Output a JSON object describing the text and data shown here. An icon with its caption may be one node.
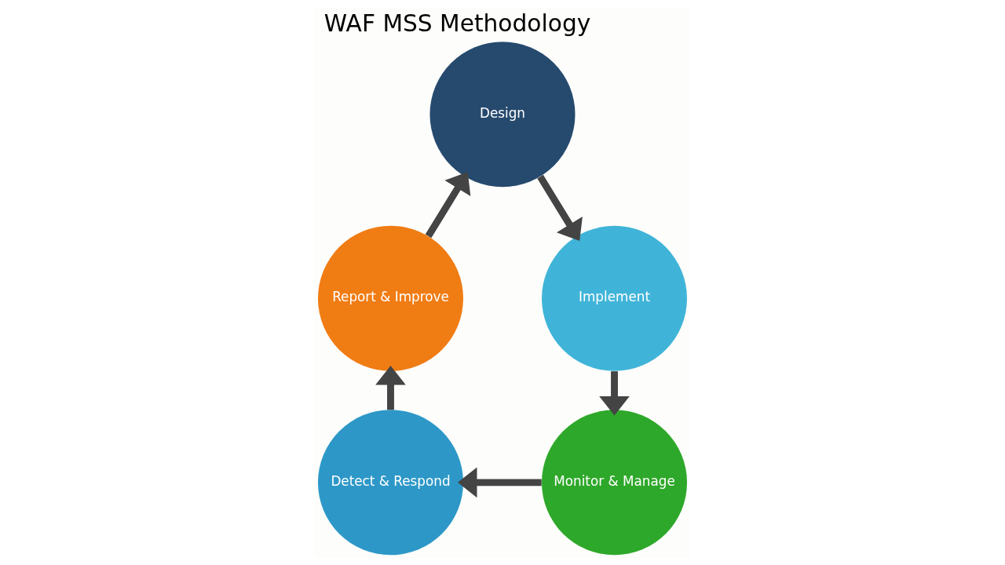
{
  "diagram": {
    "title": "WAF MSS Methodology",
    "nodes": [
      {
        "text": [
          "Design"
        ]
      },
      {
        "text": [
          "Implement"
        ]
      },
      {
        "text": [
          "Monitor & Manage"
        ]
      },
      {
        "text": [
          "Detect & Respond"
        ]
      },
      {
        "text": [
          "Report & Improve"
        ]
      }
    ],
    "edges": [
      {
        "from": 0,
        "to": 1,
        "arrow": "to"
      },
      {
        "from": 1,
        "to": 2,
        "arrow": "to"
      },
      {
        "from": 2,
        "to": 3,
        "arrow": "to"
      },
      {
        "from": 3,
        "to": 4,
        "arrow": "to"
      },
      {
        "from": 4,
        "to": 0,
        "arrow": "to"
      }
    ]
  }
}
